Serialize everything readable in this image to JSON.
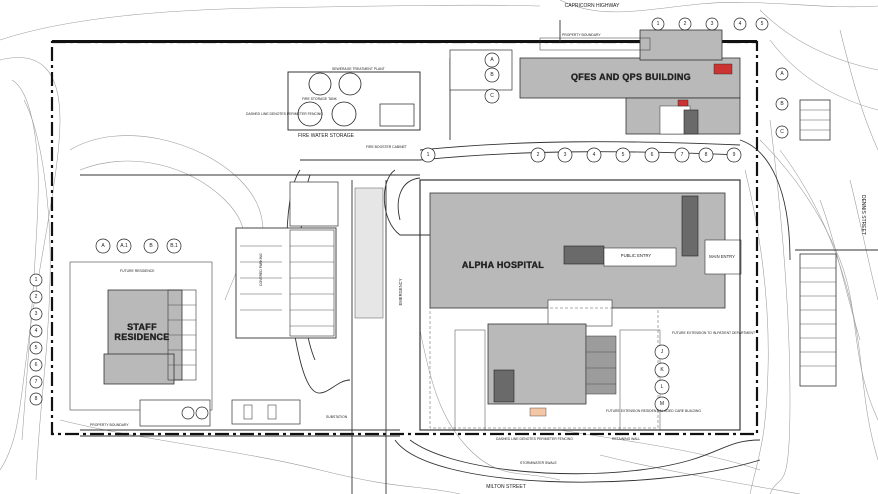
{
  "plan": {
    "streets": {
      "north": "CAPRICORN HIGHWAY",
      "south": "MILTON STREET",
      "east": "DENNIS STREET"
    },
    "buildings": {
      "hospital": "ALPHA HOSPITAL",
      "qfes": "QFES AND QPS BUILDING",
      "staff_line1": "STAFF",
      "staff_line2": "RESIDENCE",
      "fire_water": "FIRE WATER STORAGE",
      "public_entry": "PUBLIC ENTRY",
      "main_entry": "MAIN ENTRY",
      "emergency": "EMERGENCY"
    },
    "notes": {
      "future_residence": "FUTURE RESIDENCE",
      "property_boundary": "PROPERTY BOUNDARY",
      "fire_booster": "FIRE BOOSTER CABINET",
      "future_extension_inpatient": "FUTURE EXTENSION TO IN-PATIENT DEPARTMENT",
      "future_extension_residential": "FUTURE EXTENSION RESIDENTIAL AGED CARE BUILDING",
      "dashed_line_perimeter": "DASHED LINE DENOTES PERIMETER FENCING",
      "sewer_treatment": "SEWERAGE TREATMENT PLANT",
      "fire_storage_tank": "FIRE STORAGE TANK",
      "retaining_wall": "RETAINING WALL",
      "covered_parking": "COVERED PARKING",
      "stormwater": "STORMWATER SWALE",
      "substation": "SUBSTATION"
    },
    "grid_top": [
      "1",
      "2",
      "3",
      "4",
      "5",
      "6",
      "7",
      "8",
      "9"
    ],
    "grid_left": [
      "1",
      "2",
      "3",
      "4",
      "5",
      "6",
      "7",
      "8"
    ],
    "grid_staff": [
      "A",
      "A.1",
      "B",
      "B.1"
    ],
    "grid_right": [
      "J",
      "K",
      "L",
      "M"
    ],
    "grid_qfes": [
      "1",
      "2",
      "3",
      "4",
      "5"
    ],
    "grid_qfes_left": [
      "A",
      "B",
      "C"
    ],
    "grid_east": [
      "A",
      "B",
      "C"
    ]
  }
}
